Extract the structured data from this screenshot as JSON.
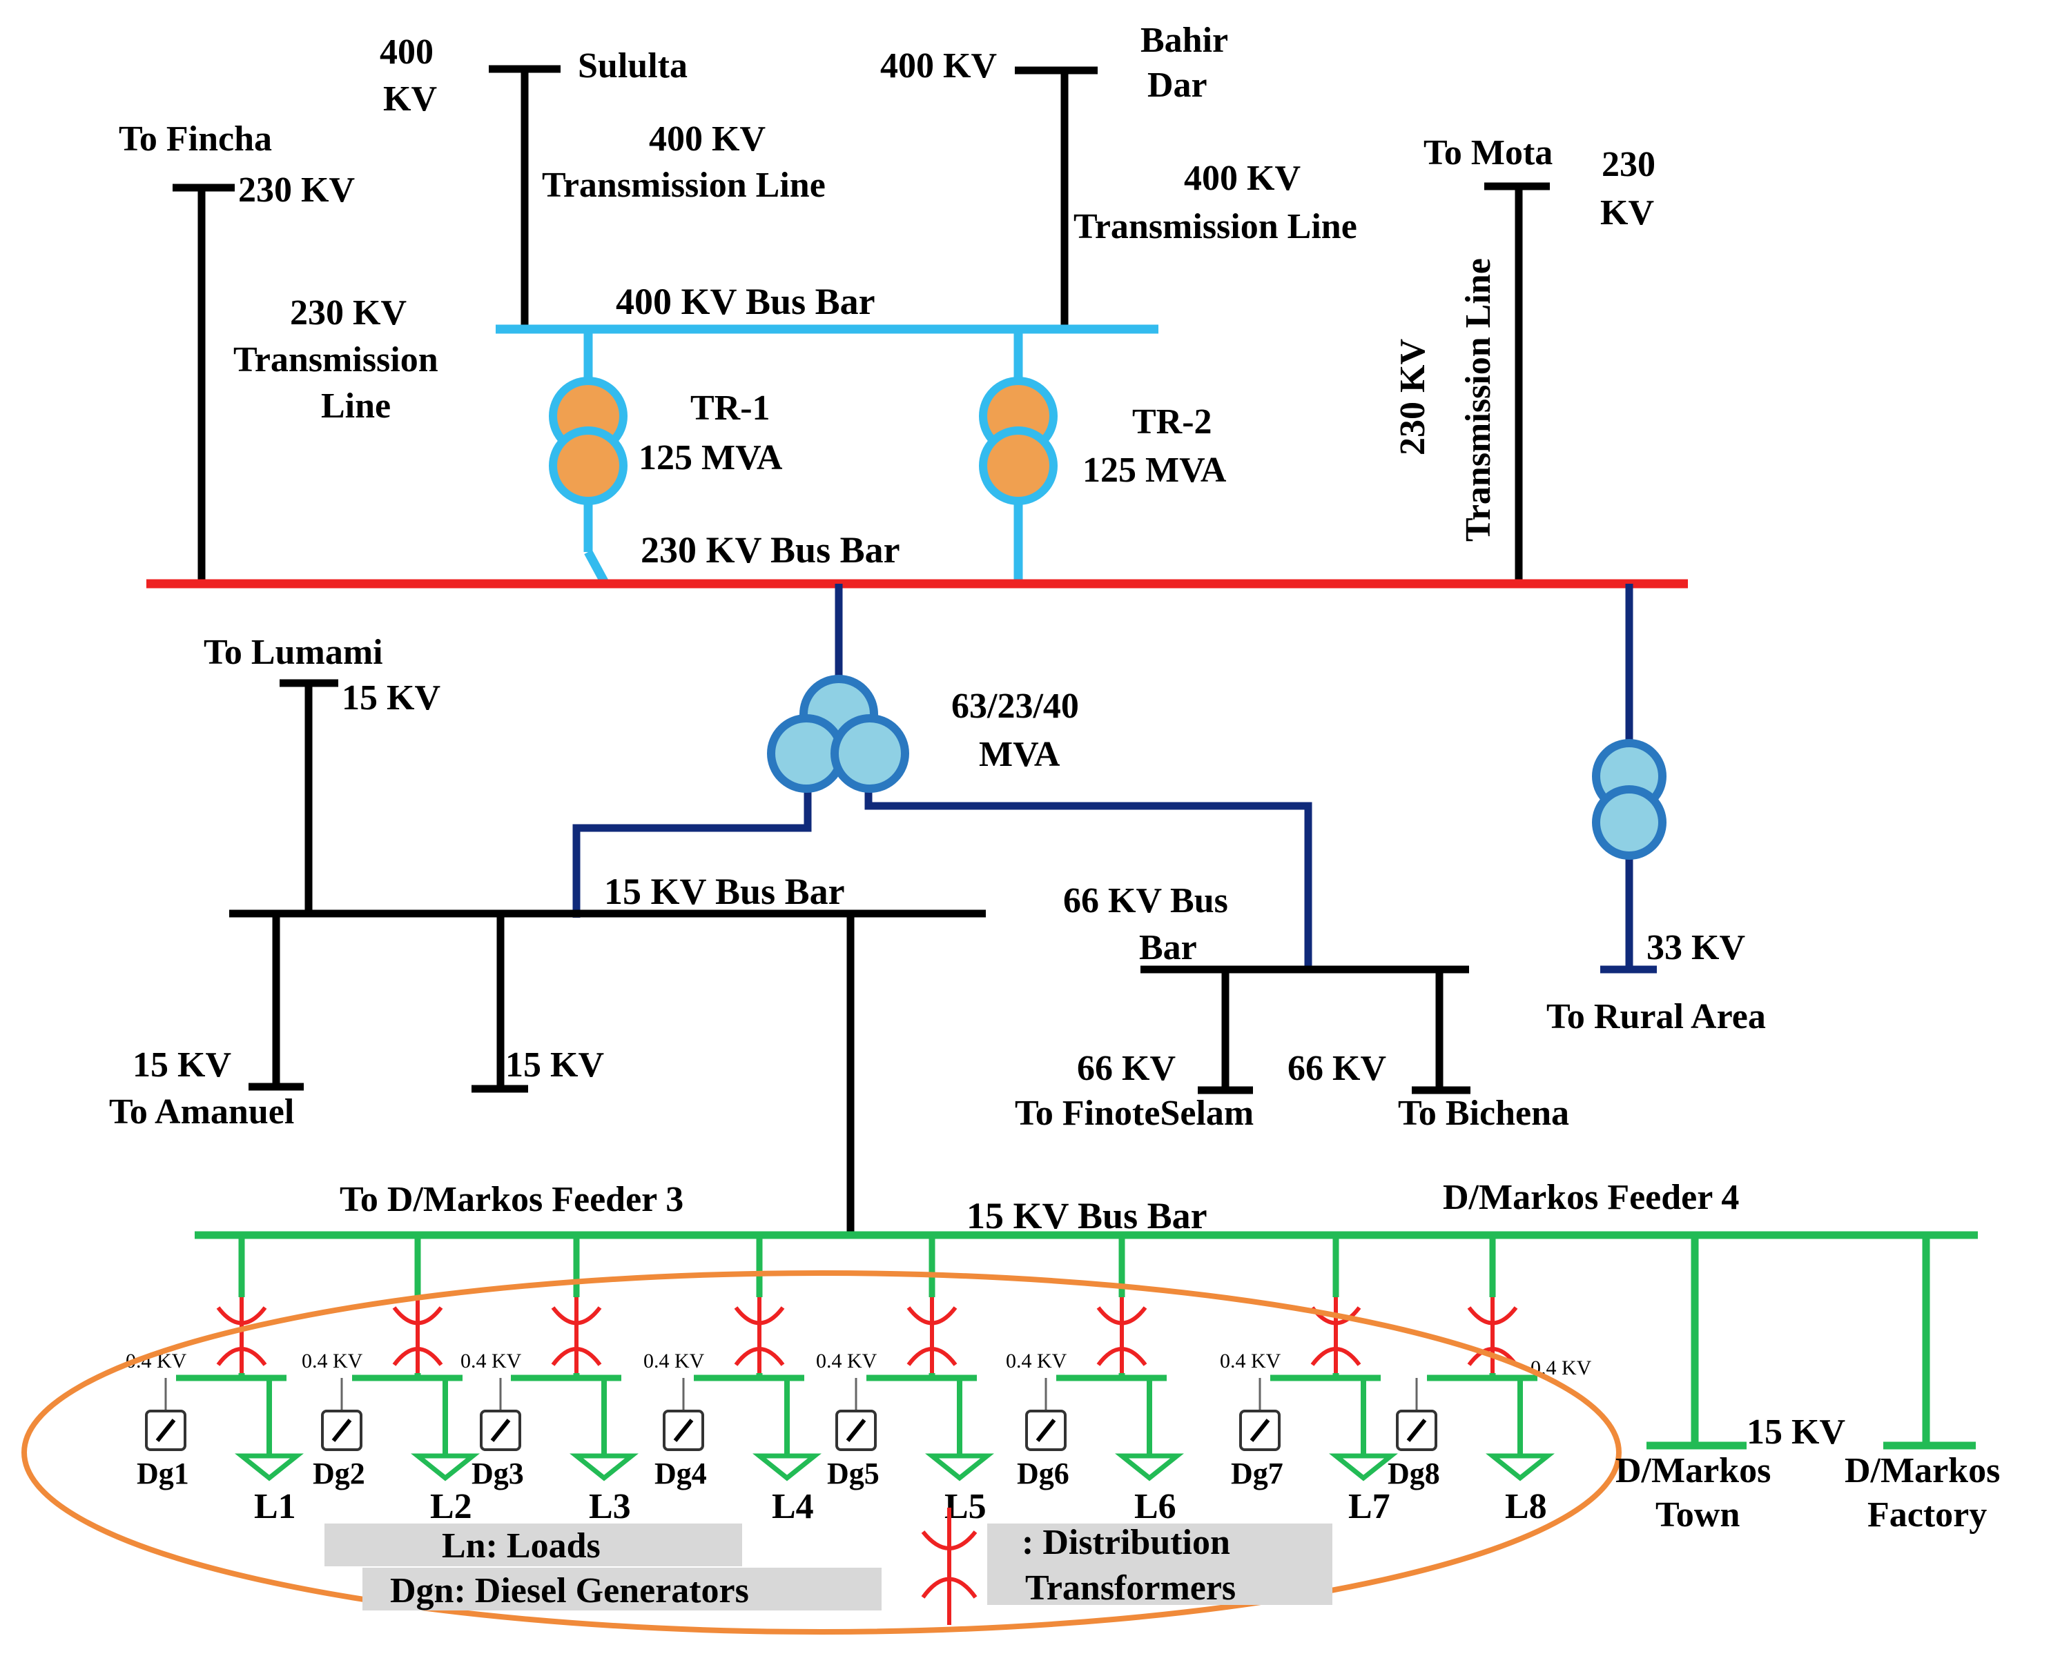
{
  "colors": {
    "line": "#000000",
    "bus_400": "#33bbee",
    "bus_230": "#ee2222",
    "link_230": "#102a7a",
    "bus_15_dist": "#22bb55",
    "dist_transformer": "#ee2222",
    "transformer_fill_orange": "#f0a050",
    "transformer_fill_blue": "#8fd0e4",
    "zone_ellipse": "#f08a3a",
    "legend_box": "#d8d8d8"
  },
  "labels": {
    "kv400_left_line1": "400",
    "kv400_left_line2": "KV",
    "sululta": "Sululta",
    "kv400_right": "400  KV",
    "bahir_line1": "Bahir",
    "bahir_line2": "Dar",
    "to_fincha": "To Fincha",
    "fincha_kv": "230  KV",
    "tl400_left_line1": "400 KV",
    "tl400_left_line2": "Transmission Line",
    "tl400_right_line1": "400 KV",
    "tl400_right_line2": "Transmission Line",
    "to_mota": "To Mota",
    "mota_kv_line1": "230",
    "mota_kv_line2": "KV",
    "tl230_vertical_line1": "230 KV",
    "tl230_vertical_line2": "Transmission Line",
    "tl230_left_line1": "230 KV",
    "tl230_left_line2": "Transmission",
    "tl230_left_line3": "Line",
    "bus400": "400 KV Bus Bar",
    "tr1_name": "TR-1",
    "tr1_rating": "125 MVA",
    "tr2_name": "TR-2",
    "tr2_rating": "125 MVA",
    "bus230": "230 KV Bus Bar",
    "to_lumami": "To Lumami",
    "lumami_kv": "15 KV",
    "tr3_rating_line1": "63/23/40",
    "tr3_rating_line2": "MVA",
    "bus15_upper": "15 KV Bus Bar",
    "bus66_line1": "66 KV Bus",
    "bus66_line2": "Bar",
    "kv33": "33 KV",
    "to_rural": "To Rural Area",
    "amanuel_kv": "15 KV",
    "to_amanuel": "To Amanuel",
    "mid_kv": "15 KV",
    "finote_kv": "66 KV",
    "to_finote": "To FinoteSelam",
    "bichena_kv": "66 KV",
    "to_bichena": "To Bichena",
    "feeder3": "To D/Markos Feeder 3",
    "bus15_lower": "15 KV Bus Bar",
    "feeder4": "D/Markos Feeder 4",
    "kv04": "0.4 KV",
    "kv15_bottom": "15 KV",
    "town_line1": "D/Markos",
    "town_line2": "Town",
    "factory_line1": "D/Markos",
    "factory_line2": "Factory",
    "legend_loads": "Ln: Loads",
    "legend_dg": "Dgn: Diesel Generators",
    "legend_dist_line1": ": Distribution",
    "legend_dist_line2": "Transformers"
  },
  "generators": [
    "Dg1",
    "Dg2",
    "Dg3",
    "Dg4",
    "Dg5",
    "Dg6",
    "Dg7",
    "Dg8"
  ],
  "loads": [
    "L1",
    "L2",
    "L3",
    "L4",
    "L5",
    "L6",
    "L7",
    "L8"
  ]
}
